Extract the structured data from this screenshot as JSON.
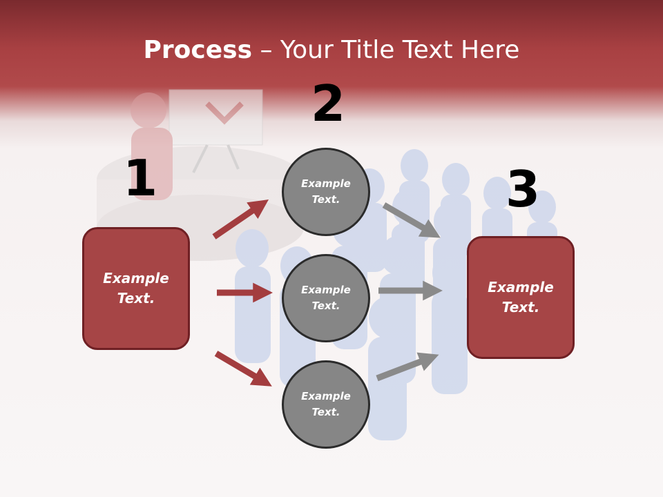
{
  "title": {
    "bold": "Process",
    "rest": " – Your Title Text Here"
  },
  "steps": {
    "one": "1",
    "two": "2",
    "three": "3"
  },
  "left_box": {
    "line1": "Example",
    "line2": "Text."
  },
  "right_box": {
    "line1": "Example",
    "line2": "Text."
  },
  "circles": [
    {
      "line1": "Example",
      "line2": "Text."
    },
    {
      "line1": "Example",
      "line2": "Text."
    },
    {
      "line1": "Example",
      "line2": "Text."
    }
  ],
  "colors": {
    "header_red": "#a84042",
    "box_fill": "#a64546",
    "circle_fill": "#868686",
    "red_arrow": "#a33d3f",
    "gray_arrow": "#8a8a8a"
  }
}
